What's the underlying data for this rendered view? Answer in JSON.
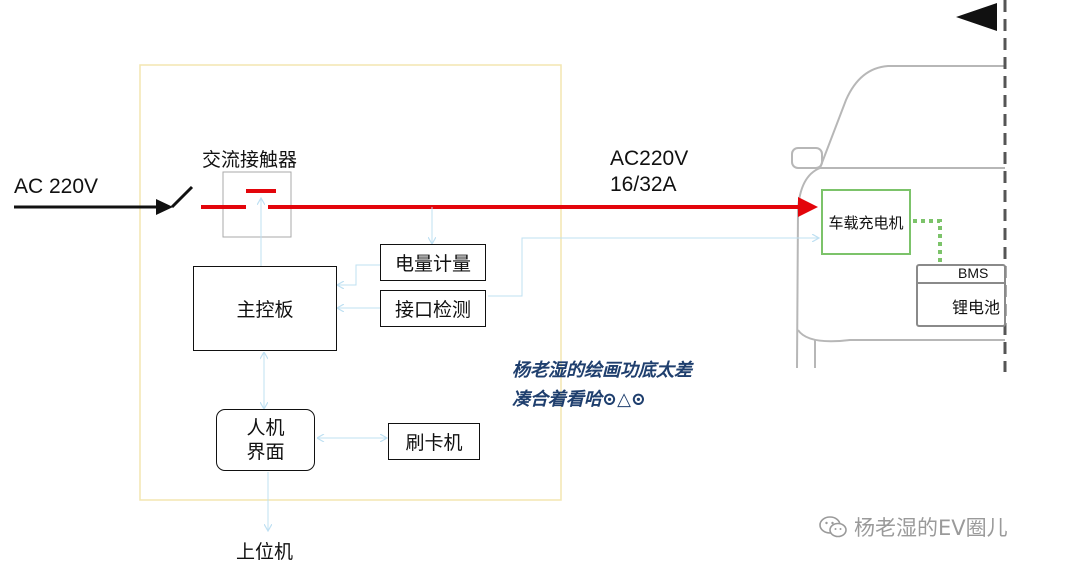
{
  "input": {
    "label": "AC 220V"
  },
  "contactor": {
    "label": "交流接触器"
  },
  "output": {
    "line1": "AC220V",
    "line2": "16/32A"
  },
  "blocks": {
    "meter": "电量计量",
    "interface_detect": "接口检测",
    "main_board": "主控板",
    "hmi_line1": "人机",
    "hmi_line2": "界面",
    "card_reader": "刷卡机",
    "host": "上位机"
  },
  "vehicle": {
    "charger": "车载充电机",
    "bms": "BMS",
    "battery": "锂电池"
  },
  "note": {
    "line1": "杨老湿的绘画功底太差",
    "line2": "凑合着看哈⊙△⊙"
  },
  "watermark": {
    "text": "杨老湿的EV圈儿",
    "icon": "wechat-icon"
  },
  "colors": {
    "power_line": "#e3050b",
    "signal_line": "#bfe0f2",
    "enclosure": "#f3e6b0",
    "charger_border": "#7cc36a",
    "note_text": "#1f3f6e",
    "car_outline": "#b7b7b7"
  }
}
